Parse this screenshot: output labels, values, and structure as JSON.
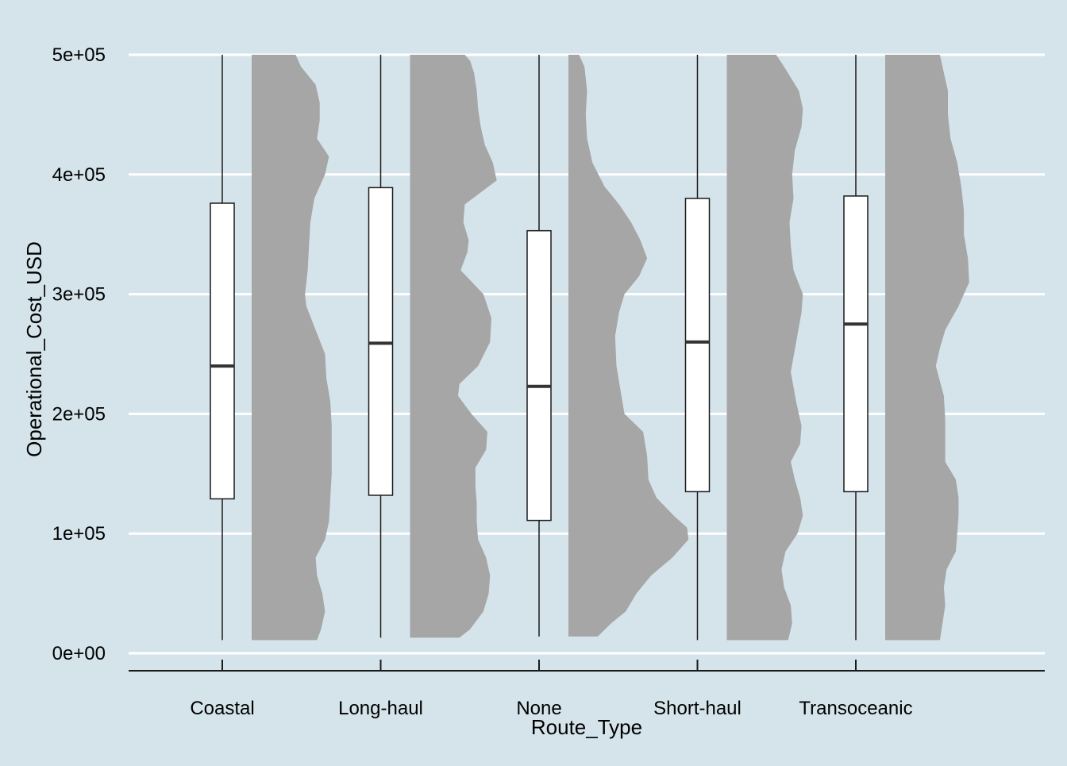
{
  "chart_data": {
    "type": "box_violin",
    "xlabel": "Route_Type",
    "ylabel": "Operational_Cost_USD",
    "ylim": [
      0,
      500000
    ],
    "yticks": [
      0,
      100000,
      200000,
      300000,
      400000,
      500000
    ],
    "ytick_labels": [
      "0e+00",
      "1e+05",
      "2e+05",
      "3e+05",
      "4e+05",
      "5e+05"
    ],
    "categories": [
      "Coastal",
      "Long-haul",
      "None",
      "Short-haul",
      "Transoceanic"
    ],
    "grid": "horizontal",
    "boxes": [
      {
        "category": "Coastal",
        "min": 11000,
        "q1": 129000,
        "median": 240000,
        "q3": 376000,
        "max": 500000
      },
      {
        "category": "Long-haul",
        "min": 13000,
        "q1": 132000,
        "median": 259000,
        "q3": 389000,
        "max": 500000
      },
      {
        "category": "None",
        "min": 14000,
        "q1": 111000,
        "median": 223000,
        "q3": 353000,
        "max": 500000
      },
      {
        "category": "Short-haul",
        "min": 11000,
        "q1": 135000,
        "median": 260000,
        "q3": 380000,
        "max": 500000
      },
      {
        "category": "Transoceanic",
        "min": 11000,
        "q1": 135000,
        "median": 275000,
        "q3": 382000,
        "max": 500000
      }
    ],
    "densities": [
      {
        "category": "Coastal",
        "color": "#a6a6a6",
        "profile": [
          [
            11000,
            0.49
          ],
          [
            20000,
            0.52
          ],
          [
            35000,
            0.55
          ],
          [
            50000,
            0.53
          ],
          [
            65000,
            0.49
          ],
          [
            80000,
            0.48
          ],
          [
            95000,
            0.55
          ],
          [
            110000,
            0.58
          ],
          [
            130000,
            0.59
          ],
          [
            150000,
            0.6
          ],
          [
            170000,
            0.6
          ],
          [
            190000,
            0.6
          ],
          [
            210000,
            0.59
          ],
          [
            230000,
            0.56
          ],
          [
            250000,
            0.55
          ],
          [
            270000,
            0.48
          ],
          [
            290000,
            0.41
          ],
          [
            300000,
            0.4
          ],
          [
            320000,
            0.42
          ],
          [
            340000,
            0.43
          ],
          [
            360000,
            0.44
          ],
          [
            380000,
            0.47
          ],
          [
            400000,
            0.55
          ],
          [
            415000,
            0.58
          ],
          [
            430000,
            0.49
          ],
          [
            445000,
            0.51
          ],
          [
            460000,
            0.51
          ],
          [
            475000,
            0.48
          ],
          [
            490000,
            0.37
          ],
          [
            500000,
            0.33
          ]
        ]
      },
      {
        "category": "Long-haul",
        "color": "#a6a6a6",
        "profile": [
          [
            13000,
            0.37
          ],
          [
            20000,
            0.45
          ],
          [
            35000,
            0.55
          ],
          [
            50000,
            0.59
          ],
          [
            65000,
            0.6
          ],
          [
            80000,
            0.57
          ],
          [
            95000,
            0.51
          ],
          [
            110000,
            0.5
          ],
          [
            125000,
            0.5
          ],
          [
            140000,
            0.49
          ],
          [
            155000,
            0.49
          ],
          [
            170000,
            0.57
          ],
          [
            185000,
            0.58
          ],
          [
            200000,
            0.46
          ],
          [
            215000,
            0.36
          ],
          [
            225000,
            0.37
          ],
          [
            240000,
            0.51
          ],
          [
            260000,
            0.6
          ],
          [
            280000,
            0.61
          ],
          [
            300000,
            0.55
          ],
          [
            320000,
            0.38
          ],
          [
            335000,
            0.43
          ],
          [
            345000,
            0.44
          ],
          [
            360000,
            0.4
          ],
          [
            375000,
            0.41
          ],
          [
            395000,
            0.65
          ],
          [
            410000,
            0.62
          ],
          [
            425000,
            0.56
          ],
          [
            440000,
            0.53
          ],
          [
            455000,
            0.51
          ],
          [
            470000,
            0.5
          ],
          [
            485000,
            0.48
          ],
          [
            495000,
            0.45
          ],
          [
            500000,
            0.41
          ]
        ]
      },
      {
        "category": "None",
        "color": "#a6a6a6",
        "profile": [
          [
            14000,
            0.22
          ],
          [
            25000,
            0.32
          ],
          [
            35000,
            0.43
          ],
          [
            50000,
            0.51
          ],
          [
            65000,
            0.62
          ],
          [
            80000,
            0.78
          ],
          [
            95000,
            0.9
          ],
          [
            105000,
            0.89
          ],
          [
            115000,
            0.79
          ],
          [
            130000,
            0.66
          ],
          [
            145000,
            0.6
          ],
          [
            165000,
            0.59
          ],
          [
            185000,
            0.56
          ],
          [
            200000,
            0.42
          ],
          [
            220000,
            0.39
          ],
          [
            240000,
            0.36
          ],
          [
            265000,
            0.35
          ],
          [
            285000,
            0.38
          ],
          [
            300000,
            0.42
          ],
          [
            315000,
            0.53
          ],
          [
            330000,
            0.59
          ],
          [
            345000,
            0.54
          ],
          [
            360000,
            0.47
          ],
          [
            375000,
            0.38
          ],
          [
            390000,
            0.27
          ],
          [
            410000,
            0.18
          ],
          [
            430000,
            0.14
          ],
          [
            450000,
            0.13
          ],
          [
            470000,
            0.14
          ],
          [
            490000,
            0.12
          ],
          [
            500000,
            0.08
          ]
        ]
      },
      {
        "category": "Short-haul",
        "color": "#a6a6a6",
        "profile": [
          [
            11000,
            0.46
          ],
          [
            25000,
            0.49
          ],
          [
            40000,
            0.48
          ],
          [
            55000,
            0.43
          ],
          [
            70000,
            0.41
          ],
          [
            85000,
            0.44
          ],
          [
            100000,
            0.53
          ],
          [
            115000,
            0.57
          ],
          [
            130000,
            0.55
          ],
          [
            145000,
            0.51
          ],
          [
            160000,
            0.48
          ],
          [
            175000,
            0.55
          ],
          [
            190000,
            0.56
          ],
          [
            210000,
            0.52
          ],
          [
            235000,
            0.48
          ],
          [
            260000,
            0.52
          ],
          [
            285000,
            0.56
          ],
          [
            300000,
            0.57
          ],
          [
            320000,
            0.5
          ],
          [
            340000,
            0.48
          ],
          [
            360000,
            0.47
          ],
          [
            380000,
            0.5
          ],
          [
            400000,
            0.49
          ],
          [
            420000,
            0.51
          ],
          [
            440000,
            0.56
          ],
          [
            455000,
            0.57
          ],
          [
            470000,
            0.54
          ],
          [
            490000,
            0.43
          ],
          [
            500000,
            0.37
          ]
        ]
      },
      {
        "category": "Transoceanic",
        "color": "#a6a6a6",
        "profile": [
          [
            11000,
            0.41
          ],
          [
            25000,
            0.43
          ],
          [
            40000,
            0.45
          ],
          [
            55000,
            0.44
          ],
          [
            70000,
            0.46
          ],
          [
            85000,
            0.53
          ],
          [
            100000,
            0.54
          ],
          [
            115000,
            0.55
          ],
          [
            130000,
            0.55
          ],
          [
            145000,
            0.53
          ],
          [
            160000,
            0.45
          ],
          [
            175000,
            0.45
          ],
          [
            195000,
            0.45
          ],
          [
            215000,
            0.44
          ],
          [
            240000,
            0.38
          ],
          [
            255000,
            0.41
          ],
          [
            270000,
            0.45
          ],
          [
            290000,
            0.55
          ],
          [
            310000,
            0.63
          ],
          [
            330000,
            0.62
          ],
          [
            350000,
            0.59
          ],
          [
            370000,
            0.59
          ],
          [
            390000,
            0.57
          ],
          [
            410000,
            0.54
          ],
          [
            430000,
            0.49
          ],
          [
            450000,
            0.47
          ],
          [
            470000,
            0.47
          ],
          [
            485000,
            0.44
          ],
          [
            500000,
            0.41
          ]
        ]
      }
    ]
  }
}
